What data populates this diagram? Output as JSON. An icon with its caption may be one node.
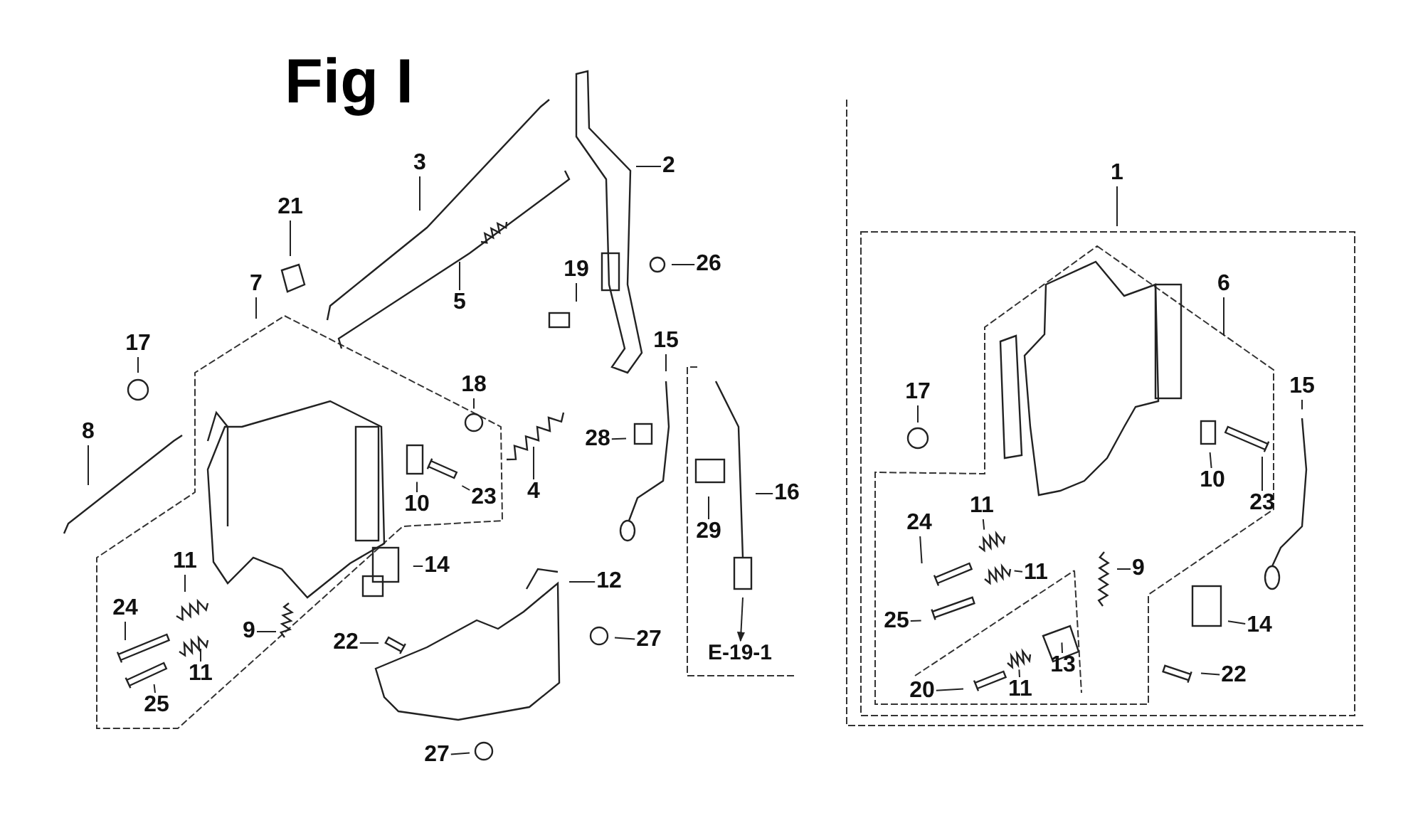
{
  "diagram": {
    "title": "Fig I",
    "nodes": [
      {
        "text": [
          "2"
        ]
      },
      {
        "text": [
          "3"
        ]
      },
      {
        "text": [
          "21"
        ]
      },
      {
        "text": [
          "5"
        ]
      },
      {
        "text": [
          "7"
        ]
      },
      {
        "text": [
          "19"
        ]
      },
      {
        "text": [
          "26"
        ]
      },
      {
        "text": [
          "17"
        ]
      },
      {
        "text": [
          "15"
        ]
      },
      {
        "text": [
          "18"
        ]
      },
      {
        "text": [
          "1"
        ]
      },
      {
        "text": [
          "6"
        ]
      },
      {
        "text": [
          "17"
        ]
      },
      {
        "text": [
          "15"
        ]
      },
      {
        "text": [
          "8"
        ]
      },
      {
        "text": [
          "28"
        ]
      },
      {
        "text": [
          "4"
        ]
      },
      {
        "text": [
          "10"
        ]
      },
      {
        "text": [
          "23"
        ]
      },
      {
        "text": [
          "16"
        ]
      },
      {
        "text": [
          "10"
        ]
      },
      {
        "text": [
          "23"
        ]
      },
      {
        "text": [
          "29"
        ]
      },
      {
        "text": [
          "11"
        ]
      },
      {
        "text": [
          "14"
        ]
      },
      {
        "text": [
          "12"
        ]
      },
      {
        "text": [
          "11"
        ]
      },
      {
        "text": [
          "24"
        ]
      },
      {
        "text": [
          "24"
        ]
      },
      {
        "text": [
          "9"
        ]
      },
      {
        "text": [
          "22"
        ]
      },
      {
        "text": [
          "27"
        ]
      },
      {
        "text": [
          "11"
        ]
      },
      {
        "text": [
          "9"
        ]
      },
      {
        "text": [
          "25"
        ]
      },
      {
        "text": [
          "14"
        ]
      },
      {
        "text": [
          "E-19-1"
        ]
      },
      {
        "text": [
          "11"
        ]
      },
      {
        "text": [
          "13"
        ]
      },
      {
        "text": [
          "22"
        ]
      },
      {
        "text": [
          "25"
        ]
      },
      {
        "text": [
          "20"
        ]
      },
      {
        "text": [
          "11"
        ]
      },
      {
        "text": [
          "27"
        ]
      }
    ],
    "edges": [
      {
        "from": 0,
        "to": null,
        "arrow": "none"
      },
      {
        "from": 1,
        "to": null,
        "arrow": "none"
      },
      {
        "from": 2,
        "to": null,
        "arrow": "none"
      },
      {
        "from": 3,
        "to": null,
        "arrow": "none"
      },
      {
        "from": 4,
        "to": null,
        "arrow": "none"
      },
      {
        "from": 5,
        "to": null,
        "arrow": "none"
      },
      {
        "from": 6,
        "to": null,
        "arrow": "none"
      },
      {
        "from": 7,
        "to": null,
        "arrow": "none"
      },
      {
        "from": 8,
        "to": null,
        "arrow": "none"
      },
      {
        "from": 9,
        "to": null,
        "arrow": "none"
      },
      {
        "from": 10,
        "to": null,
        "arrow": "none"
      },
      {
        "from": 11,
        "to": null,
        "arrow": "none"
      },
      {
        "from": 12,
        "to": null,
        "arrow": "none"
      },
      {
        "from": 13,
        "to": null,
        "arrow": "none"
      },
      {
        "from": 14,
        "to": null,
        "arrow": "none"
      },
      {
        "from": 15,
        "to": null,
        "arrow": "none"
      },
      {
        "from": 16,
        "to": null,
        "arrow": "none"
      },
      {
        "from": 17,
        "to": null,
        "arrow": "none"
      },
      {
        "from": 18,
        "to": null,
        "arrow": "none"
      },
      {
        "from": 19,
        "to": null,
        "arrow": "none"
      },
      {
        "from": 20,
        "to": null,
        "arrow": "none"
      },
      {
        "from": 21,
        "to": null,
        "arrow": "none"
      },
      {
        "from": 22,
        "to": null,
        "arrow": "none"
      },
      {
        "from": 23,
        "to": null,
        "arrow": "none"
      },
      {
        "from": 24,
        "to": null,
        "arrow": "none"
      },
      {
        "from": 25,
        "to": null,
        "arrow": "none"
      },
      {
        "from": 26,
        "to": null,
        "arrow": "none"
      },
      {
        "from": 27,
        "to": null,
        "arrow": "none"
      },
      {
        "from": 28,
        "to": null,
        "arrow": "none"
      },
      {
        "from": 29,
        "to": null,
        "arrow": "none"
      },
      {
        "from": 30,
        "to": null,
        "arrow": "none"
      },
      {
        "from": 31,
        "to": null,
        "arrow": "none"
      },
      {
        "from": 32,
        "to": null,
        "arrow": "none"
      },
      {
        "from": 33,
        "to": null,
        "arrow": "none"
      },
      {
        "from": 34,
        "to": null,
        "arrow": "none"
      },
      {
        "from": 35,
        "to": null,
        "arrow": "none"
      },
      {
        "from": null,
        "to": 36,
        "arrow": "to"
      },
      {
        "from": 37,
        "to": null,
        "arrow": "none"
      },
      {
        "from": 38,
        "to": null,
        "arrow": "none"
      },
      {
        "from": 39,
        "to": null,
        "arrow": "none"
      },
      {
        "from": 40,
        "to": null,
        "arrow": "none"
      },
      {
        "from": 41,
        "to": null,
        "arrow": "none"
      },
      {
        "from": 42,
        "to": null,
        "arrow": "none"
      },
      {
        "from": 43,
        "to": null,
        "arrow": "none"
      }
    ]
  }
}
